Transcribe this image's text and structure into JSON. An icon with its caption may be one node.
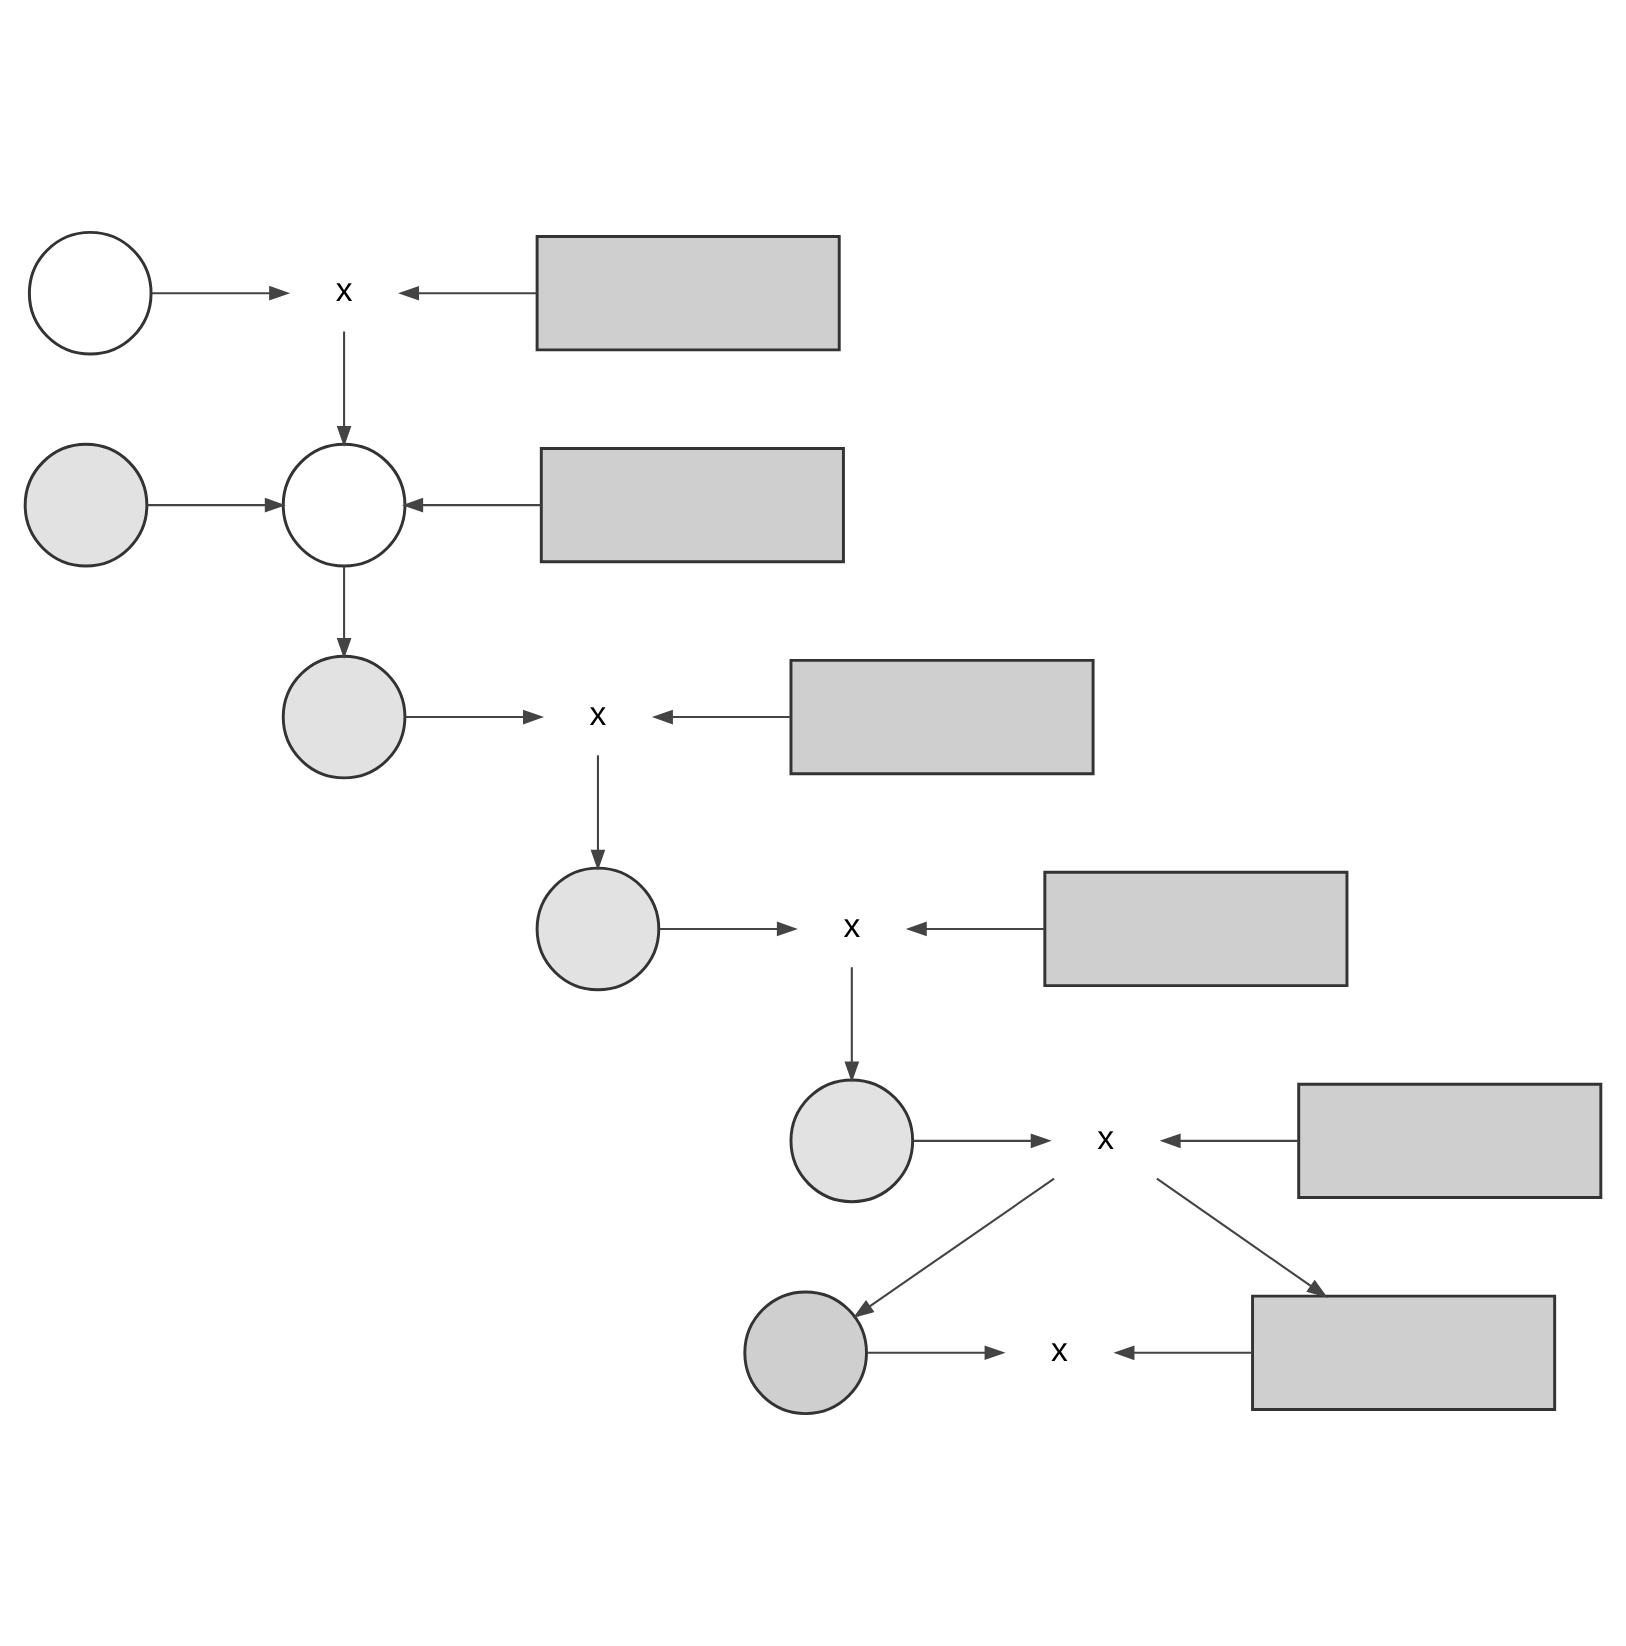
{
  "diagram": {
    "nodes": [
      {
        "text": [],
        "shape": "circle"
      },
      {
        "text": [
          "x"
        ]
      },
      {
        "text": [],
        "shape": "box"
      },
      {
        "text": [],
        "shape": "circle"
      },
      {
        "text": [],
        "shape": "circle"
      },
      {
        "text": [],
        "shape": "box"
      },
      {
        "text": [],
        "shape": "circle"
      },
      {
        "text": [
          "x"
        ]
      },
      {
        "text": [],
        "shape": "box"
      },
      {
        "text": [],
        "shape": "circle"
      },
      {
        "text": [
          "x"
        ]
      },
      {
        "text": [],
        "shape": "box"
      },
      {
        "text": [],
        "shape": "circle"
      },
      {
        "text": [
          "x"
        ]
      },
      {
        "text": [],
        "shape": "box"
      },
      {
        "text": [],
        "shape": "circle"
      },
      {
        "text": [
          "x"
        ]
      },
      {
        "text": [],
        "shape": "box"
      }
    ],
    "edges": [
      {
        "from": 0,
        "to": 1,
        "arrow": "to"
      },
      {
        "from": 2,
        "to": 1,
        "arrow": "to"
      },
      {
        "from": 1,
        "to": 4,
        "arrow": "to"
      },
      {
        "from": 3,
        "to": 4,
        "arrow": "to"
      },
      {
        "from": 5,
        "to": 4,
        "arrow": "to"
      },
      {
        "from": 4,
        "to": 6,
        "arrow": "to"
      },
      {
        "from": 6,
        "to": 7,
        "arrow": "to"
      },
      {
        "from": 8,
        "to": 7,
        "arrow": "to"
      },
      {
        "from": 7,
        "to": 9,
        "arrow": "to"
      },
      {
        "from": 9,
        "to": 10,
        "arrow": "to"
      },
      {
        "from": 11,
        "to": 10,
        "arrow": "to"
      },
      {
        "from": 10,
        "to": 12,
        "arrow": "to"
      },
      {
        "from": 12,
        "to": 13,
        "arrow": "to"
      },
      {
        "from": 14,
        "to": 13,
        "arrow": "to"
      },
      {
        "from": 13,
        "to": 15,
        "arrow": "to"
      },
      {
        "from": 13,
        "to": 17,
        "arrow": "to"
      },
      {
        "from": 15,
        "to": 16,
        "arrow": "to"
      },
      {
        "from": 17,
        "to": 16,
        "arrow": "to"
      }
    ]
  }
}
